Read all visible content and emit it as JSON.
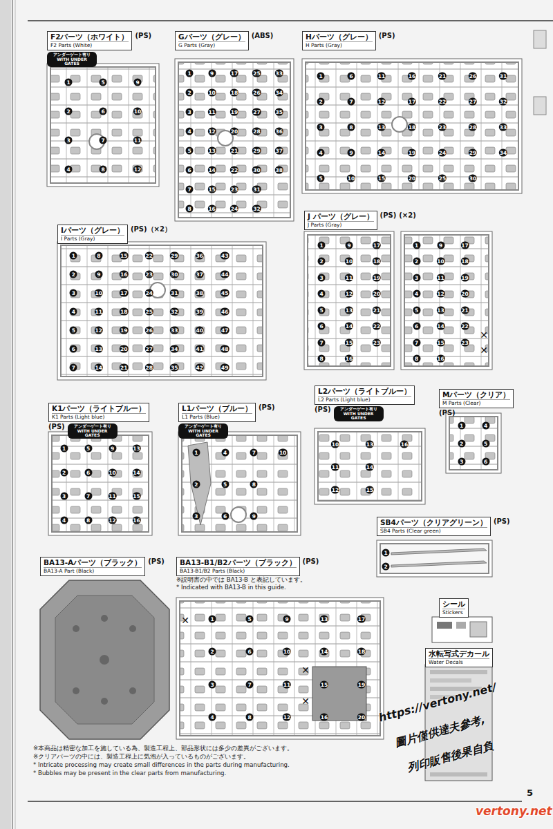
{
  "diagram": {
    "nodes": [
      {
        "text": [
          "F2パーツ（ホワイト）",
          "F2 Parts (White)",
          "(PS)",
          "アンダーゲート有り WITH UNDER GATES"
        ]
      },
      {
        "text": [
          "Gパーツ（グレー）",
          "G Parts (Gray)",
          "(ABS)"
        ]
      },
      {
        "text": [
          "Hパーツ（グレー）",
          "H Parts (Gray)",
          "(PS)"
        ]
      },
      {
        "text": [
          "Iパーツ（グレー）",
          "I Parts (Gray)",
          "(PS)（×2）"
        ]
      },
      {
        "text": [
          "J パーツ（グレー）",
          "J Parts (Gray)",
          "(PS)",
          "(×2)"
        ]
      },
      {
        "text": [
          "K1パーツ（ライトブルー）",
          "K1 Parts (Light blue)",
          "(PS)",
          "アンダーゲート有り WITH UNDER GATES"
        ]
      },
      {
        "text": [
          "L1パーツ（ブルー）",
          "L1 Parts (Blue)",
          "(PS)",
          "アンダーゲート有り WITH UNDER GATES"
        ]
      },
      {
        "text": [
          "L2パーツ（ライトブルー）",
          "L2 Parts (Light blue)",
          "(PS)",
          "アンダーゲート有り WITH UNDER GATES"
        ]
      },
      {
        "text": [
          "Mパーツ（クリア）",
          "M Parts (Clear)",
          "(PS)"
        ]
      },
      {
        "text": [
          "SB4パーツ（クリアグリーン）",
          "SB4 Parts (Clear green)",
          "(PS)"
        ]
      },
      {
        "text": [
          "BA13-Aパーツ（ブラック）",
          "BA13-A Part (Black)",
          "(PS)"
        ]
      },
      {
        "text": [
          "BA13-B1/B2パーツ（ブラック）",
          "BA13-B1/B2 Parts (Black)",
          "(PS)",
          "※説明書の中では BA13-B と表記しています。",
          "* Indicated with BA13-B in this guide."
        ]
      },
      {
        "text": [
          "シール",
          "Stickers"
        ]
      },
      {
        "text": [
          "水転写式デカール",
          "Water Decals"
        ]
      }
    ],
    "labels": [
      "1",
      "2",
      "3",
      "4",
      "5",
      "6",
      "7",
      "8",
      "9",
      "10",
      "11",
      "12",
      "1",
      "2",
      "3",
      "4",
      "5",
      "6",
      "7",
      "8",
      "9",
      "10",
      "11",
      "12",
      "13",
      "14",
      "15",
      "16",
      "17",
      "18",
      "19",
      "20",
      "21",
      "22",
      "23",
      "24",
      "25",
      "26",
      "27",
      "28",
      "29",
      "30",
      "31",
      "32",
      "33",
      "34",
      "35",
      "36",
      "37",
      "38",
      "1",
      "2",
      "3",
      "4",
      "5",
      "6",
      "7",
      "8",
      "9",
      "10",
      "11",
      "12",
      "13",
      "14",
      "15",
      "16",
      "17",
      "18",
      "19",
      "20",
      "21",
      "22",
      "23",
      "24",
      "25",
      "26",
      "27",
      "28",
      "29",
      "30",
      "31",
      "32",
      "33",
      "34",
      "1",
      "2",
      "3",
      "4",
      "5",
      "6",
      "7",
      "8",
      "9",
      "10",
      "11",
      "12",
      "13",
      "14",
      "15",
      "16",
      "17",
      "18",
      "19",
      "20",
      "21",
      "22",
      "23",
      "24",
      "25",
      "26",
      "27",
      "28",
      "29",
      "30",
      "31",
      "32",
      "33",
      "34",
      "35",
      "36",
      "37",
      "38",
      "39",
      "40",
      "41",
      "42",
      "43",
      "44",
      "45",
      "46",
      "47",
      "48",
      "49",
      "1",
      "2",
      "3",
      "4",
      "5",
      "6",
      "7",
      "8",
      "9",
      "10",
      "11",
      "12",
      "13",
      "14",
      "15",
      "16",
      "17",
      "18",
      "19",
      "20",
      "21",
      "22",
      "23",
      "1",
      "2",
      "3",
      "4",
      "5",
      "6",
      "7",
      "8",
      "9",
      "10",
      "11",
      "12",
      "13",
      "14",
      "15",
      "16",
      "17",
      "18",
      "19",
      "20",
      "21",
      "22",
      "23",
      "✕",
      "✕",
      "1",
      "2",
      "3",
      "4",
      "5",
      "6",
      "7",
      "8",
      "9",
      "10",
      "11",
      "12",
      "13",
      "14",
      "15",
      "16",
      "1",
      "2",
      "3",
      "4",
      "5",
      "6",
      "7",
      "8",
      "9",
      "10",
      "10",
      "11",
      "12",
      "13",
      "14",
      "15",
      "16",
      "1",
      "2",
      "3",
      "4",
      "5",
      "6",
      "1",
      "2",
      "1",
      "2",
      "3",
      "4",
      "5",
      "6",
      "7",
      "8",
      "9",
      "10",
      "11",
      "12",
      "13",
      "14",
      "15",
      "16",
      "17",
      "18",
      "19",
      "20",
      "✕",
      "✕",
      "✕",
      "※本商品は精密な加工を施している為、製造工程上、部品形状には多少の差異がございます。",
      "※クリアパーツの中には、製造工程上に気泡が入っているものがございます。",
      "* Intricate processing may create small differences in the parts during manufacturing.",
      "* Bubbles may be present in the clear parts from manufacturing.",
      "https://vertony.net/",
      "圖片僅供達夫參考,",
      "列印販售後果自負",
      "vertony.net",
      "5"
    ]
  }
}
